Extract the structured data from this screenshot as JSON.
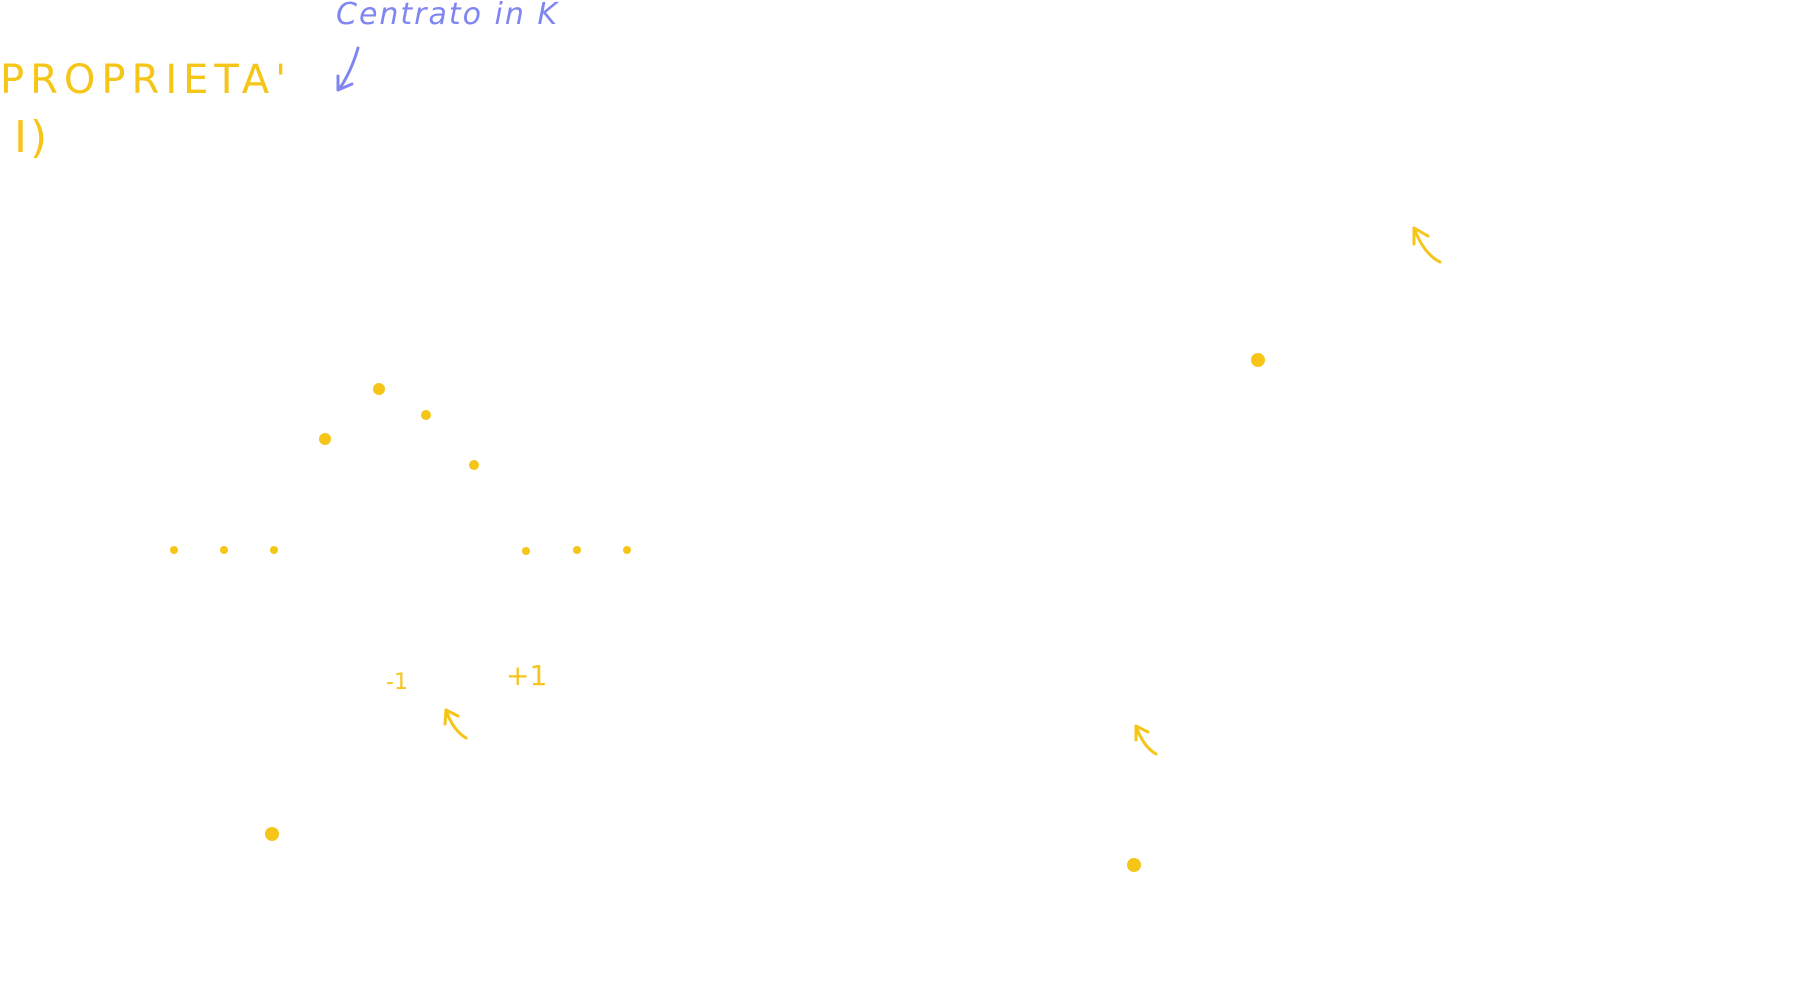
{
  "annotations": {
    "title": "PROPRIETA'",
    "section": "I)",
    "note": "Centrato in K",
    "label_minus_one": "-1",
    "label_plus_one": "+1"
  },
  "colors": {
    "ink_yellow": "#f5c518",
    "ink_blue": "#7f86f2",
    "background": "#ffffff"
  }
}
